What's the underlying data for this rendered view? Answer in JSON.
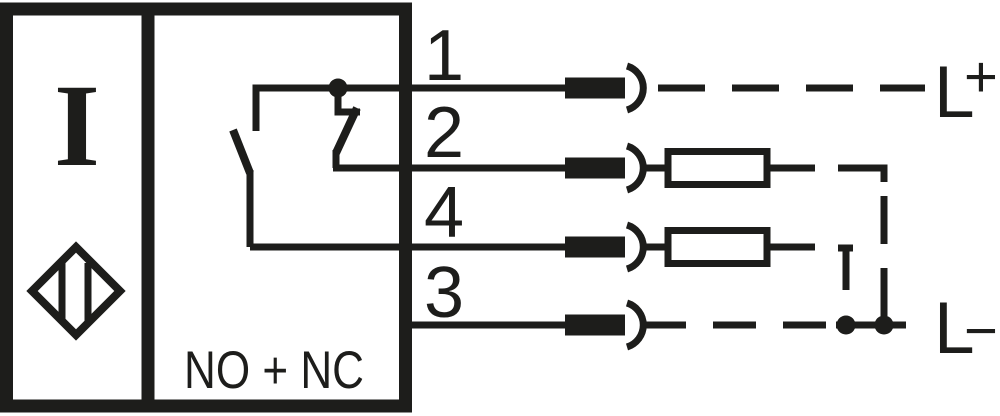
{
  "sensor": {
    "type_symbol": "I",
    "function_label": "NO + NC"
  },
  "pins": [
    "1",
    "2",
    "4",
    "3"
  ],
  "supply": {
    "positive": {
      "letter": "L",
      "sign": "+"
    },
    "negative": {
      "letter": "L",
      "sign": "−"
    }
  },
  "colors": {
    "ink": "#1d1d1b",
    "background": "#ffffff"
  }
}
